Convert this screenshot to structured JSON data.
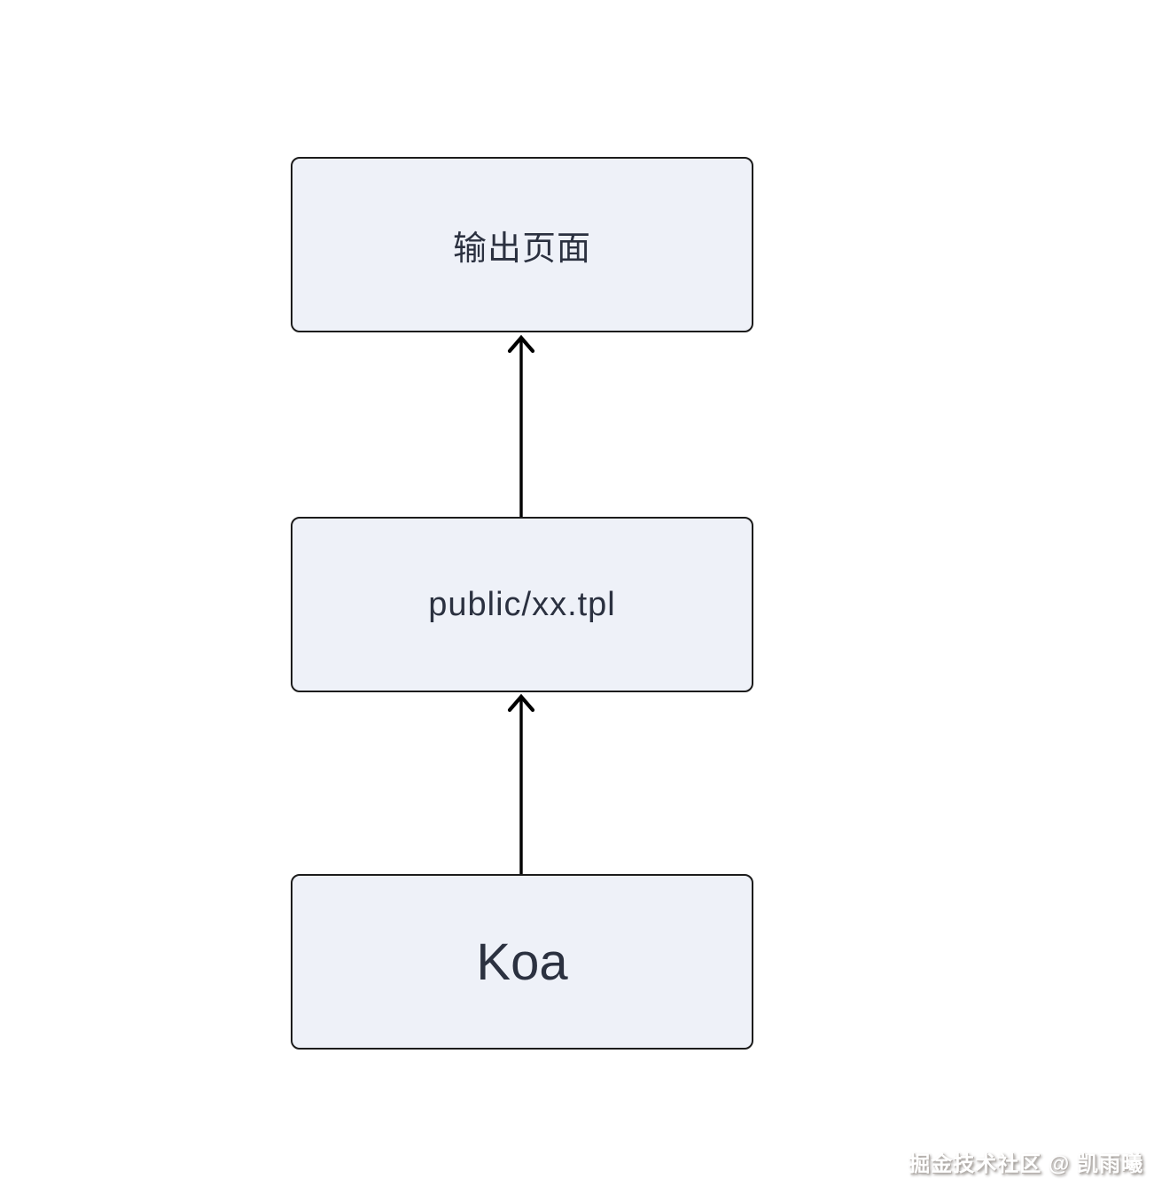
{
  "diagram": {
    "nodes": [
      {
        "id": "output-page",
        "label": "输出页面"
      },
      {
        "id": "template-file",
        "label": "public/xx.tpl"
      },
      {
        "id": "koa",
        "label": "Koa"
      }
    ],
    "edges": [
      {
        "from": "koa",
        "to": "template-file",
        "direction": "up"
      },
      {
        "from": "template-file",
        "to": "output-page",
        "direction": "up"
      }
    ],
    "colors": {
      "background": "#ffffff",
      "node_fill": "#eef1f8",
      "node_border": "#1c1c1c",
      "node_text": "#2b3140",
      "arrow": "#000000"
    }
  },
  "watermark": {
    "text": "掘金技术社区 @ 凯雨曦"
  }
}
